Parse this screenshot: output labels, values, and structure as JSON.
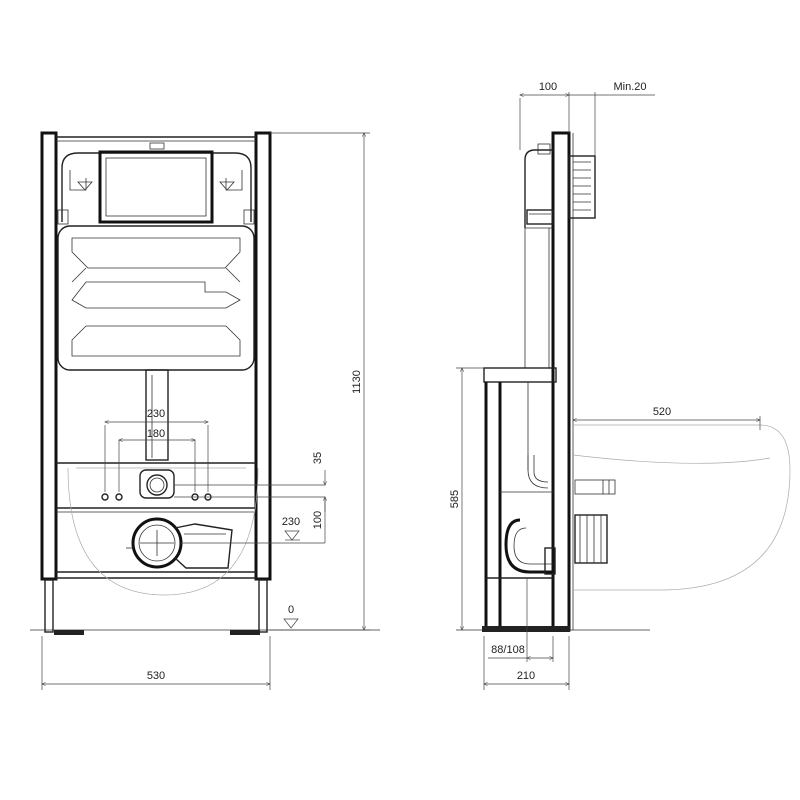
{
  "dimensions": {
    "total_height": "1130",
    "frame_width": "530",
    "bolt_spacing_outer": "230",
    "bolt_spacing_inner": "180",
    "supply_offset": "35",
    "drain_offset": "100",
    "drain_height": "230",
    "floor_level": "0",
    "panel_depth": "100",
    "wall_gap": "Min.20",
    "bowl_projection": "520",
    "seat_height": "585",
    "pipe_diameter": "88/108",
    "frame_depth": "210"
  }
}
